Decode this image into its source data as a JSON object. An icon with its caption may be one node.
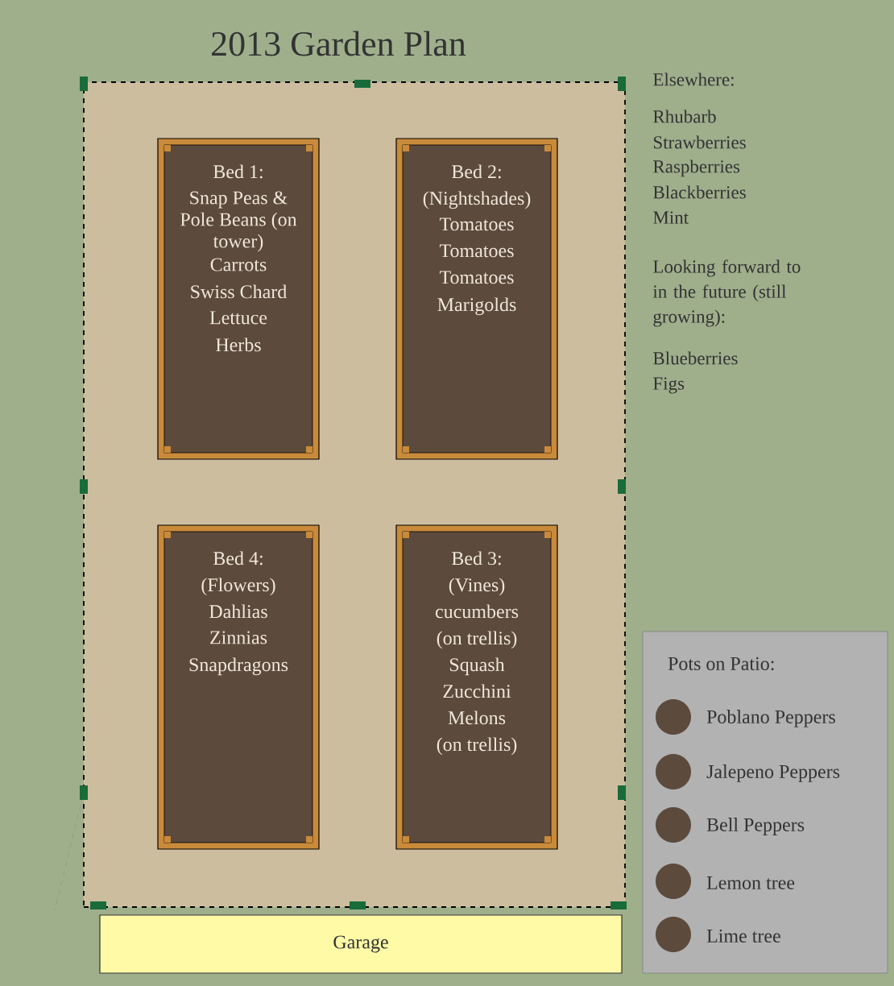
{
  "diagram": {
    "title": "2013 Garden Plan",
    "nodes": [
      {
        "text": [],
        "shape": "box"
      },
      {
        "text": [
          "Bed 1:",
          "Snap Peas & Pole Beans (on tower)",
          "Carrots",
          "Swiss Chard",
          "Lettuce",
          "Herbs"
        ],
        "in": 0
      },
      {
        "text": [
          "Bed 2:",
          "(Nightshades)",
          "Tomatoes",
          "Tomatoes",
          "Tomatoes",
          "Marigolds"
        ],
        "in": 0
      },
      {
        "text": [
          "Bed 4:",
          "(Flowers)",
          "Dahlias",
          "Zinnias",
          "Snapdragons"
        ],
        "in": 0
      },
      {
        "text": [
          "Bed 3:",
          "(Vines)",
          "cucumbers",
          "(on trellis)",
          "Squash",
          "Zucchini",
          "Melons",
          "(on trellis)"
        ],
        "in": 0
      },
      {
        "text": [
          "Garage"
        ]
      },
      {
        "text": [
          "Pots on Patio:"
        ]
      },
      {
        "text": [],
        "shape": "circle",
        "in": 6,
        "beside": [
          "Poblano Peppers"
        ]
      },
      {
        "text": [],
        "shape": "circle",
        "in": 6,
        "beside": [
          "Jalepeno Peppers"
        ]
      },
      {
        "text": [],
        "shape": "circle",
        "in": 6,
        "beside": [
          "Bell Peppers"
        ]
      },
      {
        "text": [],
        "shape": "circle",
        "in": 6,
        "beside": [
          "Lemon tree"
        ]
      },
      {
        "text": [],
        "shape": "circle",
        "in": 6,
        "beside": [
          "Lime tree"
        ]
      }
    ],
    "edges": [],
    "labels": [
      "Elsewhere:",
      "Rhubarb",
      "Strawberries",
      "Raspberries",
      "Blackberries",
      "Mint",
      "Looking forward to in the future (still growing):",
      "Blueberries",
      "Figs"
    ]
  }
}
